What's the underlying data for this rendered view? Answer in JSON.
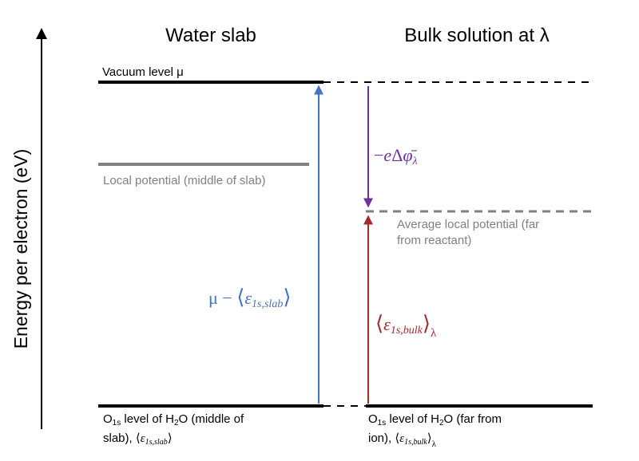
{
  "axis": {
    "ylabel": "Energy per electron (eV)"
  },
  "headers": {
    "left": "Water slab",
    "right": "Bulk solution at λ"
  },
  "levels": {
    "vacuum": "Vacuum level μ",
    "local_slab": "Local potential (middle of slab)",
    "avg_local_line1": "Average local potential (far",
    "avg_local_line2": "from reactant)",
    "o1s_left_line1_pre": "O",
    "o1s_left_line1_sub": "1s",
    "o1s_left_line1_mid": " level of H",
    "o1s_left_line1_sub2": "2",
    "o1s_left_line1_post": "O (middle of",
    "o1s_left_line2_text": "slab), ",
    "o1s_right_line1_pre": "O",
    "o1s_right_line1_sub": "1s",
    "o1s_right_line1_mid": " level of H",
    "o1s_right_line1_sub2": "2",
    "o1s_right_line1_post": "O (far from",
    "o1s_right_line2_text": "ion), "
  },
  "arrows": {
    "blue_label_mu": "μ − ",
    "blue_label_eps": "ε",
    "blue_label_sub": "1s,slab",
    "purple_label_minus": "−",
    "purple_label_e": "e",
    "purple_label_delta": "Δ",
    "purple_label_phi": "φ̄",
    "purple_label_sub": "λ",
    "red_label_eps": "ε",
    "red_label_sub": "1s,bulk",
    "red_label_lambda": "λ"
  },
  "colors": {
    "black": "#000000",
    "gray": "#808080",
    "blue": "#4472C4",
    "purple": "#7030A0",
    "red": "#A52A2A"
  }
}
